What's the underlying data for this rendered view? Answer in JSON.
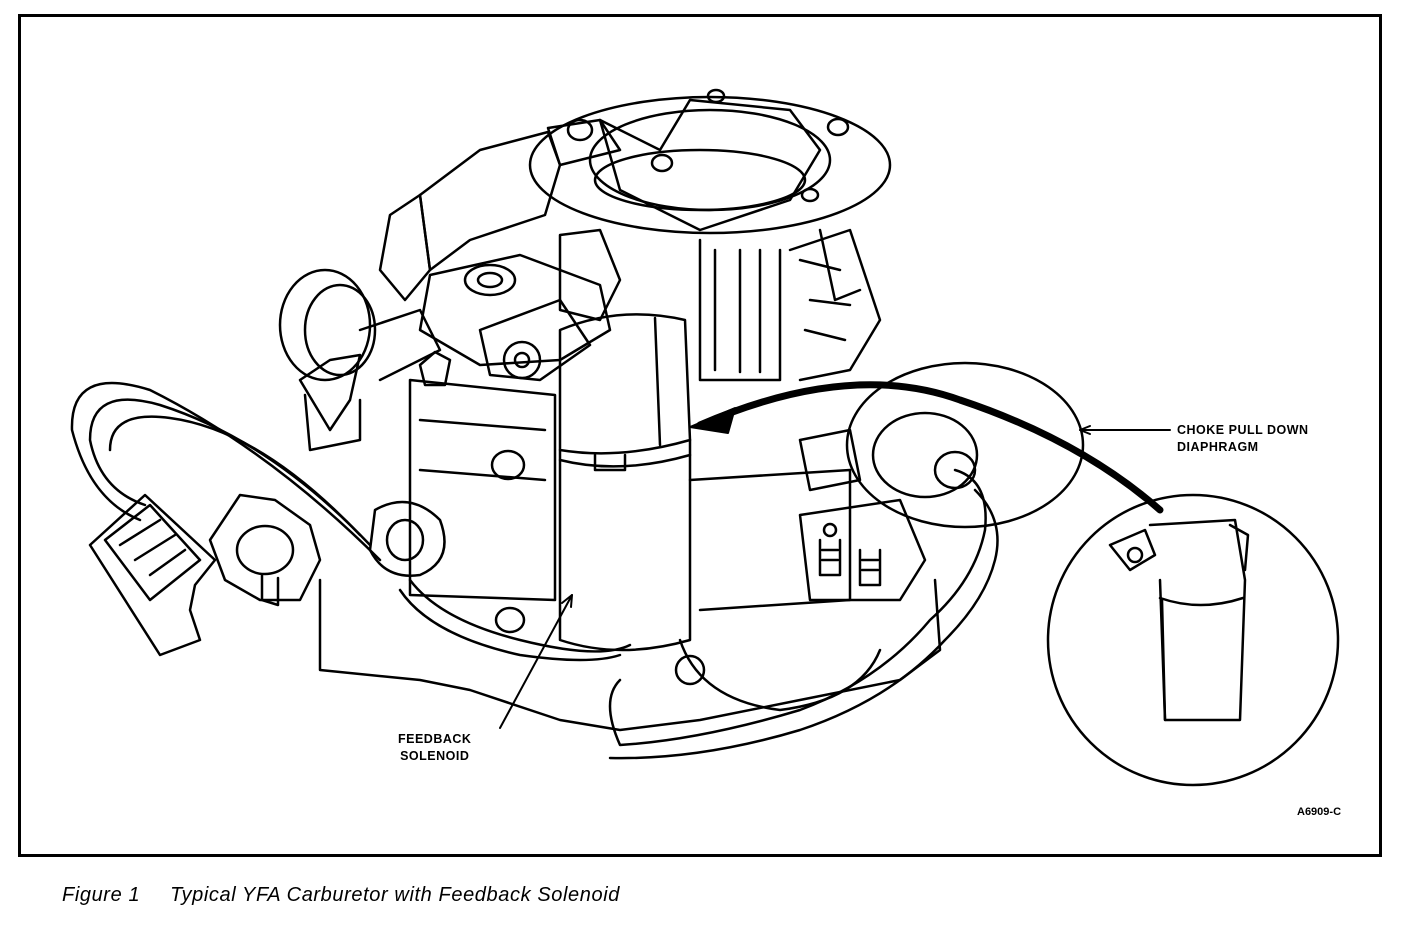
{
  "figure": {
    "number_label": "Figure 1",
    "caption": "Typical YFA Carburetor with Feedback Solenoid",
    "drawing_id": "A6909-C"
  },
  "callouts": {
    "choke": {
      "line1": "CHOKE PULL DOWN",
      "line2": "DIAPHRAGM"
    },
    "feedback": {
      "line1": "FEEDBACK",
      "line2": "SOLENOID"
    }
  },
  "style": {
    "ink": "#000000",
    "paper": "#ffffff"
  }
}
